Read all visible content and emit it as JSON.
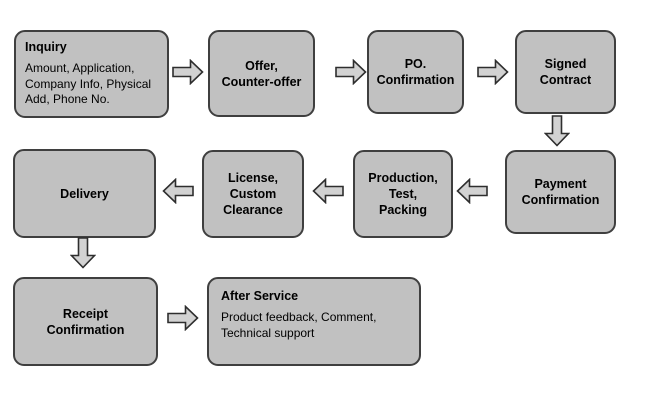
{
  "flowchart": {
    "nodes": [
      {
        "id": "inquiry",
        "title": "Inquiry",
        "body": "Amount, Application,\nCompany Info, Physical\nAdd, Phone No."
      },
      {
        "id": "offer-counter-offer",
        "title": "Offer,\nCounter-offer"
      },
      {
        "id": "po-confirmation",
        "title": "PO.\nConfirmation"
      },
      {
        "id": "signed-contract",
        "title": "Signed\nContract"
      },
      {
        "id": "payment-confirmation",
        "title": "Payment\nConfirmation"
      },
      {
        "id": "production-test-packing",
        "title": "Production,\nTest,\nPacking"
      },
      {
        "id": "license-custom-clearance",
        "title": "License,\nCustom\nClearance"
      },
      {
        "id": "delivery",
        "title": "Delivery"
      },
      {
        "id": "receipt-confirmation",
        "title": "Receipt\nConfirmation"
      },
      {
        "id": "after-service",
        "title": "After Service",
        "body": "Product feedback, Comment,\nTechnical support"
      }
    ],
    "connections": [
      "inquiry -> offer-counter-offer",
      "offer-counter-offer -> po-confirmation",
      "po-confirmation -> signed-contract",
      "signed-contract -> payment-confirmation",
      "payment-confirmation -> production-test-packing",
      "production-test-packing -> license-custom-clearance",
      "license-custom-clearance -> delivery",
      "delivery -> receipt-confirmation",
      "receipt-confirmation -> after-service"
    ],
    "colors": {
      "node_fill": "#c1c1c1",
      "node_border": "#3f3f3f",
      "arrow_fill": "#d2d2d2",
      "arrow_border": "#2e2e2e",
      "text": "#000000",
      "background": "#ffffff"
    }
  }
}
